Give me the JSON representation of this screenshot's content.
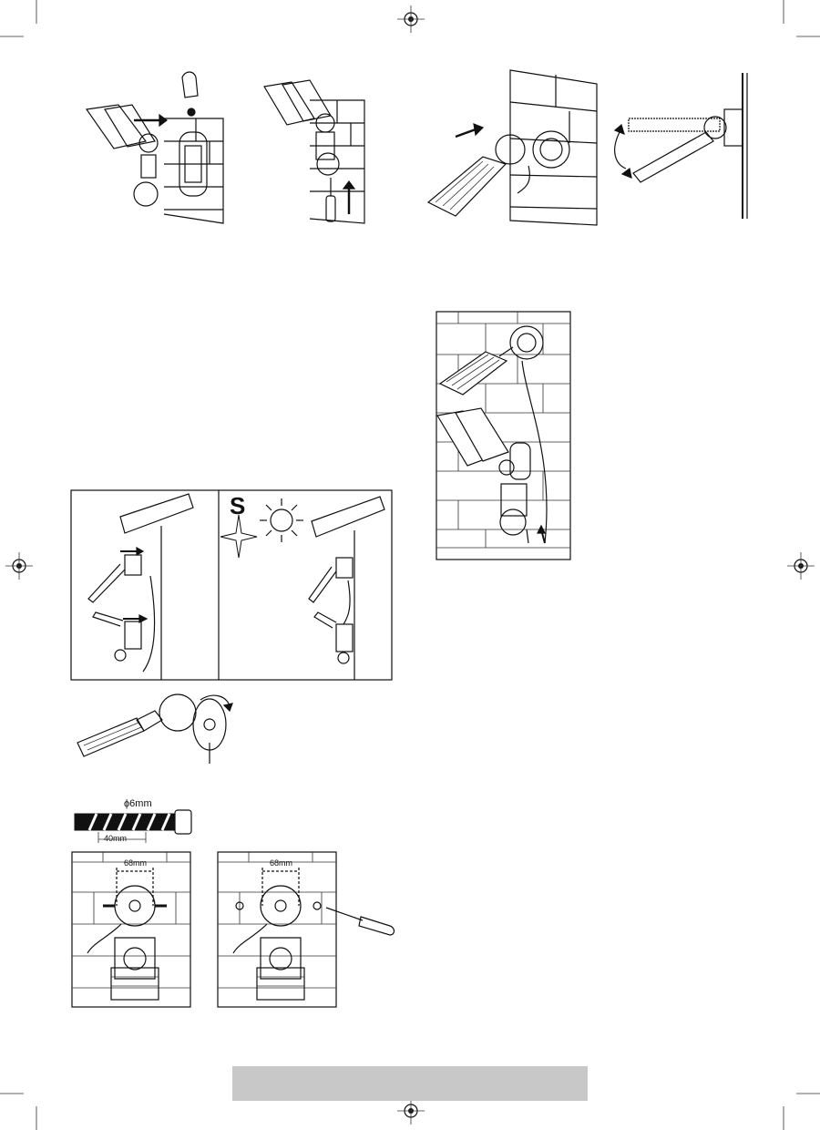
{
  "compass": {
    "south_label": "S"
  },
  "drill": {
    "diameter_label": "ϕ6mm",
    "depth_label": "40mm"
  },
  "mounting": {
    "spacing_label_left": "68mm",
    "spacing_label_right": "68mm"
  },
  "footer": {
    "text": ""
  }
}
